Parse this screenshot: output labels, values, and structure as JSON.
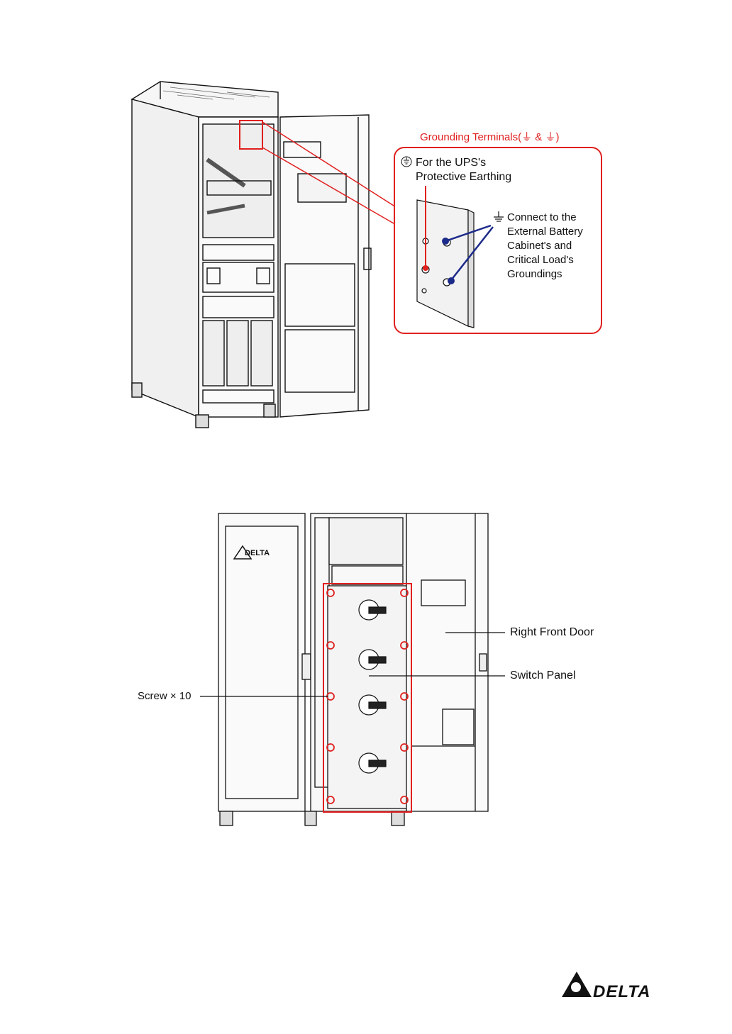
{
  "figure1": {
    "callout_title": "Grounding Terminals(⏚ & ⏚)",
    "protective_earth_label_line1": "For the UPS's",
    "protective_earth_label_line2": "Protective Earthing",
    "ground_label_line1": "Connect to the",
    "ground_label_line2": "External Battery",
    "ground_label_line3": "Cabinet's and",
    "ground_label_line4": "Critical Load's",
    "ground_label_line5": "Groundings"
  },
  "figure2": {
    "right_front_door_label": "Right Front Door",
    "switch_panel_label": "Switch Panel",
    "screw_label": "Screw × 10",
    "door_logo_text": "DELTA"
  },
  "footer": {
    "brand_text": "DELTA"
  },
  "colors": {
    "callout_red": "#e0201f",
    "ground_wire_blue": "#1c2a8a",
    "line_black": "#111111"
  }
}
